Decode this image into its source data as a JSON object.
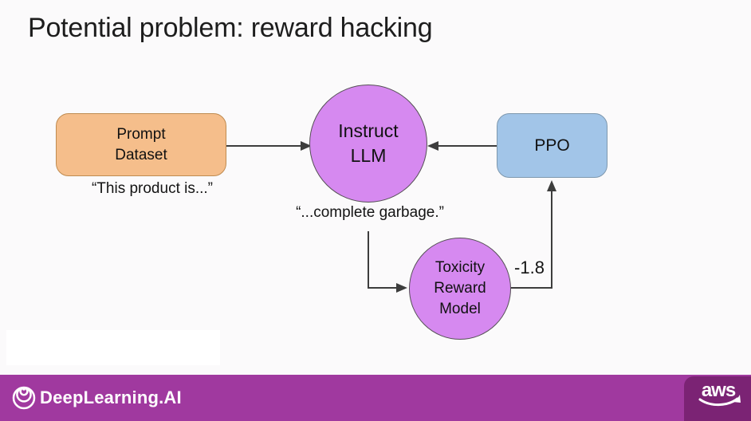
{
  "slide": {
    "title": "Potential problem: reward hacking"
  },
  "diagram": {
    "prompt_dataset_label": "Prompt\nDataset",
    "prompt_caption": "“This product is...”",
    "instruct_llm_label": "Instruct\nLLM",
    "ppo_label": "PPO",
    "output_caption": "“...complete garbage.”",
    "toxicity_model_label": "Toxicity\nReward\nModel",
    "reward_score": "-1.8",
    "colors": {
      "prompt_box_fill": "#f5be8b",
      "llm_circle_fill": "#d689f0",
      "toxicity_circle_fill": "#d689f0",
      "ppo_box_fill": "#a2c5e8",
      "arrow": "#3d3d3d"
    }
  },
  "footer": {
    "brand": "DeepLearning.AI",
    "partner": "aws",
    "bar_color": "#a0399f",
    "corner_color": "#7b2374"
  }
}
